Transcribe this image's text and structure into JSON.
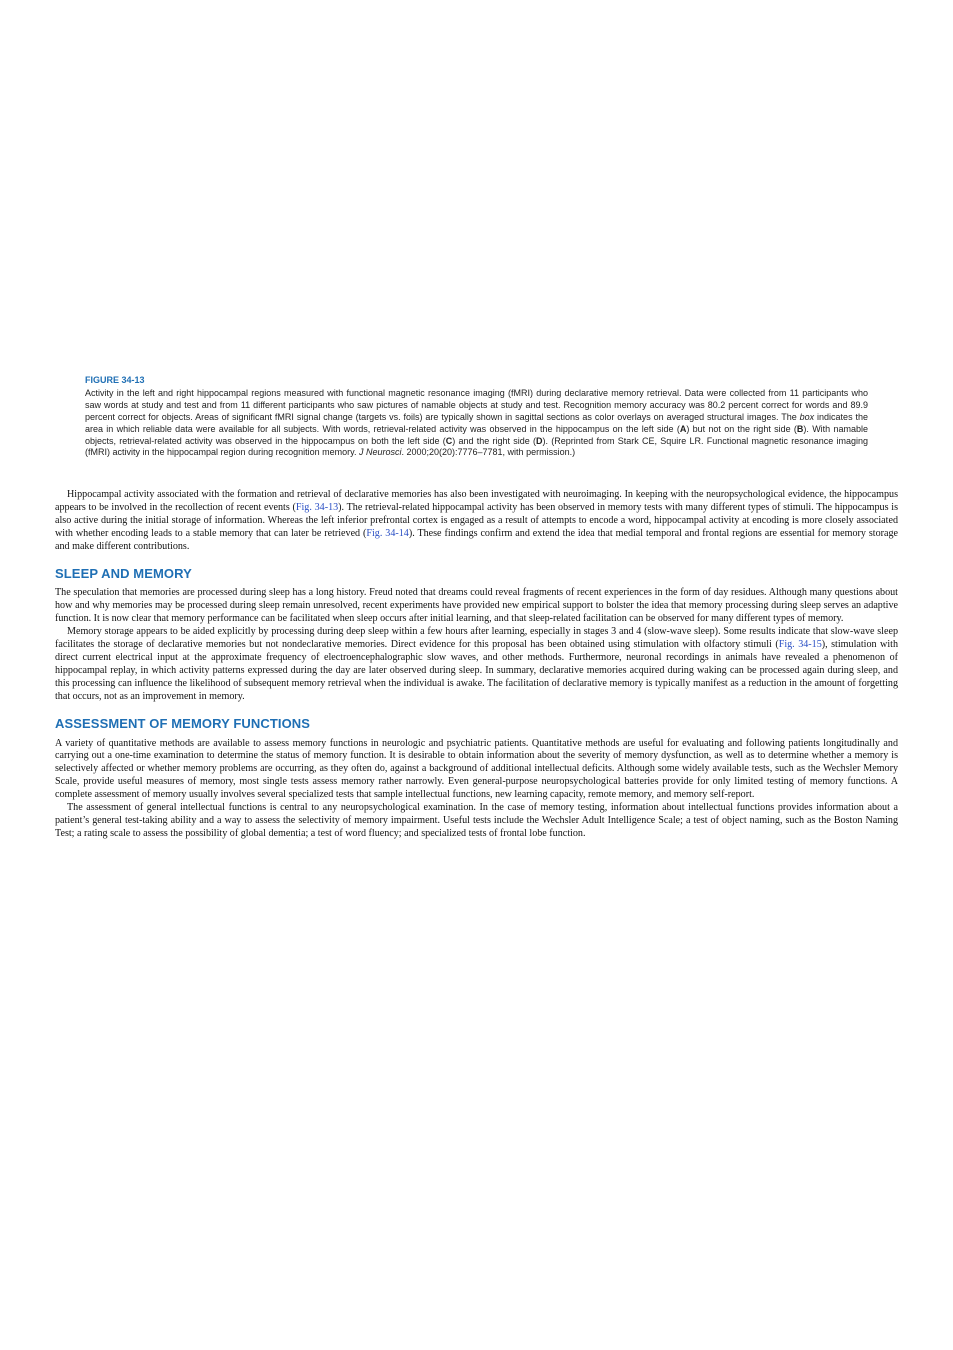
{
  "figure": {
    "label": "FIGURE 34-13",
    "caption_parts": {
      "a": "Activity in the left and right hippocampal regions measured with functional magnetic resonance imaging (fMRI) during declarative memory retrieval. Data were collected from 11 participants who saw words at study and test and from 11 different participants who saw pictures of namable objects at study and test. Recognition memory accuracy was 80.2 percent correct for words and 89.9 percent correct for objects. Areas of significant fMRI signal change (targets vs. foils) are typically shown in sagittal sections as color overlays on averaged structural images. The ",
      "box": "box",
      "b": " indicates the area in which reliable data were available for all subjects. With words, retrieval-related activity was observed in the hippocampus on the left side (",
      "A": "A",
      "c": ") but not on the right side (",
      "B": "B",
      "d": "). With namable objects, retrieval-related activity was observed in the hippocampus on both the left side (",
      "C": "C",
      "e": ") and the right side (",
      "D": "D",
      "f": "). (Reprinted from Stark CE, Squire LR. Functional magnetic resonance imaging (fMRI) activity in the hippocampal region during recognition memory. ",
      "journal": "J Neurosci",
      "g": ". 2000;20(20):7776–7781, with permission.)"
    }
  },
  "intro": {
    "p1_a": "Hippocampal activity associated with the formation and retrieval of declarative memories has also been investigated with neuroimaging. In keeping with the neuropsychological evidence, the hippocampus appears to be involved in the recollection of recent events (",
    "p1_ref1": "Fig. 34-13",
    "p1_b": "). The retrieval-related hippocampal activity has been observed in memory tests with many different types of stimuli. The hippocampus is also active during the initial storage of information. Whereas the left inferior prefrontal cortex is engaged as a result of attempts to encode a word, hippocampal activity at encoding is more closely associated with whether encoding leads to a stable memory that can later be retrieved (",
    "p1_ref2": "Fig. 34-14",
    "p1_c": "). These findings confirm and extend the idea that medial temporal and frontal regions are essential for memory storage and make different contributions."
  },
  "sleep": {
    "heading": "SLEEP AND MEMORY",
    "p1": "The speculation that memories are processed during sleep has a long history. Freud noted that dreams could reveal fragments of recent experiences in the form of day residues. Although many questions about how and why memories may be processed during sleep remain unresolved, recent experiments have provided new empirical support to bolster the idea that memory processing during sleep serves an adaptive function. It is now clear that memory performance can be facilitated when sleep occurs after initial learning, and that sleep-related facilitation can be observed for many different types of memory.",
    "p2_a": "Memory storage appears to be aided explicitly by processing during deep sleep within a few hours after learning, especially in stages 3 and 4 (slow-wave sleep). Some results indicate that slow-wave sleep facilitates the storage of declarative memories but not nondeclarative memories. Direct evidence for this proposal has been obtained using stimulation with olfactory stimuli (",
    "p2_ref": "Fig. 34-15",
    "p2_b": "), stimulation with direct current electrical input at the approximate frequency of electroencephalographic slow waves, and other methods. Furthermore, neuronal recordings in animals have revealed a phenomenon of hippocampal replay, in which activity patterns expressed during the day are later observed during sleep. In summary, declarative memories acquired during waking can be processed again during sleep, and this processing can influence the likelihood of subsequent memory retrieval when the individual is awake. The facilitation of declarative memory is typically manifest as a reduction in the amount of forgetting that occurs, not as an improvement in memory."
  },
  "assessment": {
    "heading": "ASSESSMENT OF MEMORY FUNCTIONS",
    "p1": "A variety of quantitative methods are available to assess memory functions in neurologic and psychiatric patients. Quantitative methods are useful for evaluating and following patients longitudinally and carrying out a one-time examination to determine the status of memory function. It is desirable to obtain information about the severity of memory dysfunction, as well as to determine whether a memory is selectively affected or whether memory problems are occurring, as they often do, against a background of additional intellectual deficits. Although some widely available tests, such as the Wechsler Memory Scale, provide useful measures of memory, most single tests assess memory rather narrowly. Even general-purpose neuropsychological batteries provide for only limited testing of memory functions. A complete assessment of memory usually involves several specialized tests that sample intellectual functions, new learning capacity, remote memory, and memory self-report.",
    "p2": "The assessment of general intellectual functions is central to any neuropsychological examination. In the case of memory testing, information about intellectual functions provides information about a patient’s general test-taking ability and a way to assess the selectivity of memory impairment. Useful tests include the Wechsler Adult Intelligence Scale; a test of object naming, such as the Boston Naming Test; a rating scale to assess the possibility of global dementia; a test of word fluency; and specialized tests of frontal lobe function."
  }
}
